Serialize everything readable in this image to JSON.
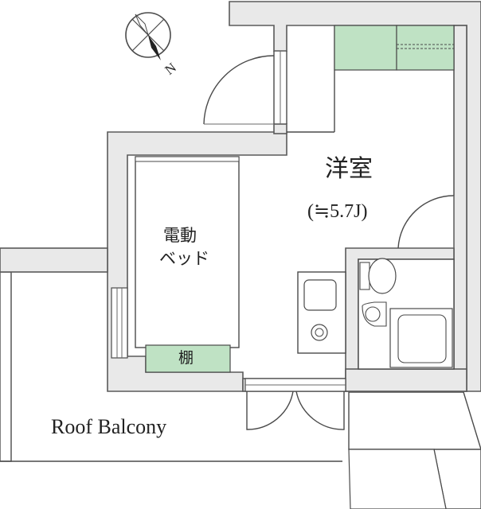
{
  "rooms": {
    "western_room": {
      "name": "洋室",
      "area": "(≒5.7J)"
    },
    "bed": {
      "line1": "電動",
      "line2": "ベッド"
    },
    "shelf": {
      "label": "棚"
    },
    "balcony": {
      "label": "Roof Balcony"
    }
  },
  "compass": {
    "north_label": "N"
  },
  "colors": {
    "wall": "#e9e9e9",
    "storage": "#bfe2c4",
    "outline": "#4a4a4a"
  }
}
